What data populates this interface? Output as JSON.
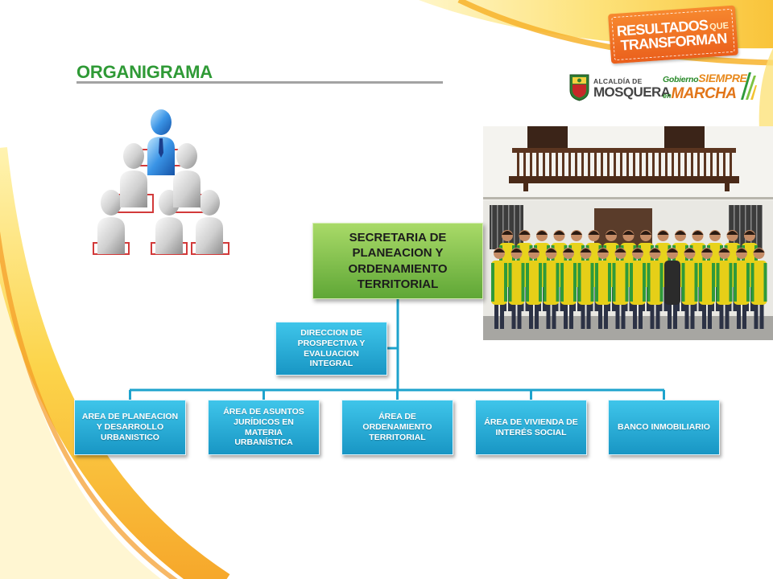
{
  "slide": {
    "title": "ORGANIGRAMA",
    "badge": {
      "word1": "RESULTADOS",
      "word2": "QUE",
      "word3": "TRANSFORMAN"
    },
    "logo_alcaldia": {
      "line1": "ALCALDÍA DE",
      "line2": "MOSQUERA"
    },
    "logo_gobierno": {
      "word1": "Gobierno",
      "word2": "SIEMPRE",
      "word3": "en",
      "word4": "MARCHA"
    }
  },
  "org_chart": {
    "root": "SECRETARIA DE PLANEACION Y ORDENAMIENTO TERRITORIAL",
    "staff_unit": "DIRECCION DE PROSPECTIVA Y EVALUACION INTEGRAL",
    "areas": [
      "AREA DE PLANEACION Y DESARROLLO URBANISTICO",
      "ÁREA DE ASUNTOS JURÍDICOS EN MATERIA URBANÍSTICA",
      "ÁREA DE ORDENAMIENTO TERRITORIAL",
      "ÁREA DE VIVIENDA DE INTERÉS SOCIAL",
      "BANCO INMOBILIARIO"
    ]
  },
  "icons": {
    "org_icon": "org-chart-people-icon",
    "shield": "mosquera-shield-icon",
    "photo": "team-photo"
  },
  "colors": {
    "title_green": "#2f9a36",
    "root_box_green": "#6cb33f",
    "unit_box_blue": "#22a9d4",
    "connector_blue": "#1ea3cd",
    "badge_orange": "#f26b21",
    "accent_yellow": "#fbd648"
  }
}
